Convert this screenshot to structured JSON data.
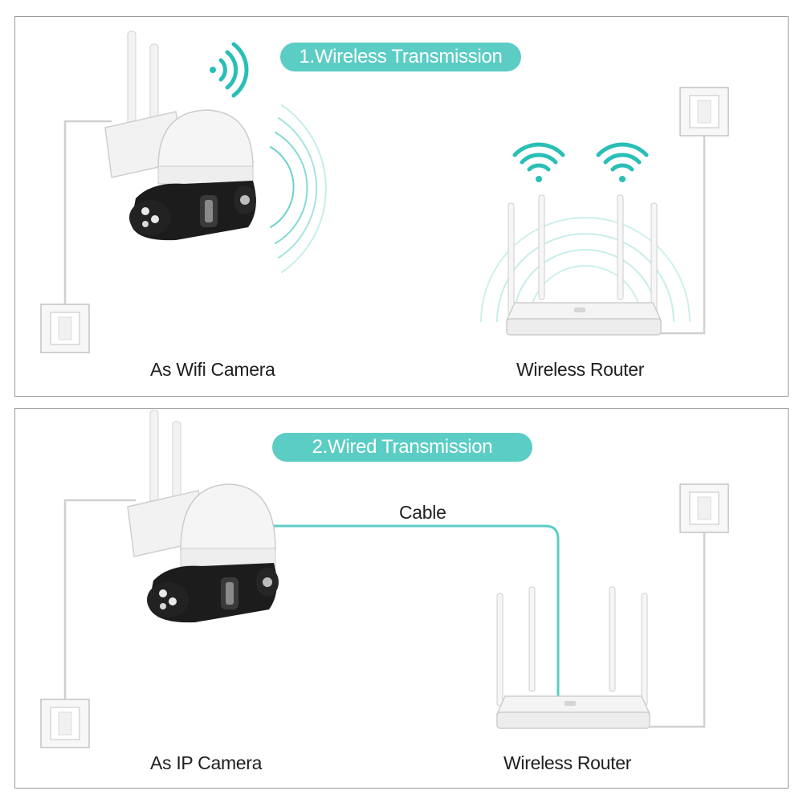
{
  "panels": [
    {
      "title": "1.Wireless Transmission",
      "left_label": "As Wifi Camera",
      "right_label": "Wireless Router"
    },
    {
      "title": "2.Wired Transmission",
      "cable_label": "Cable",
      "left_label": "As IP Camera",
      "right_label": "Wireless Router"
    }
  ],
  "colors": {
    "accent": "#5bcdc5",
    "wifi_signal": "#29bfb6",
    "camera_body": "#1c1c1c",
    "device_white": "#f4f4f4"
  },
  "icons": [
    "wifi-signal-icon",
    "camera-icon",
    "router-icon",
    "power-outlet-icon",
    "cable-line"
  ]
}
